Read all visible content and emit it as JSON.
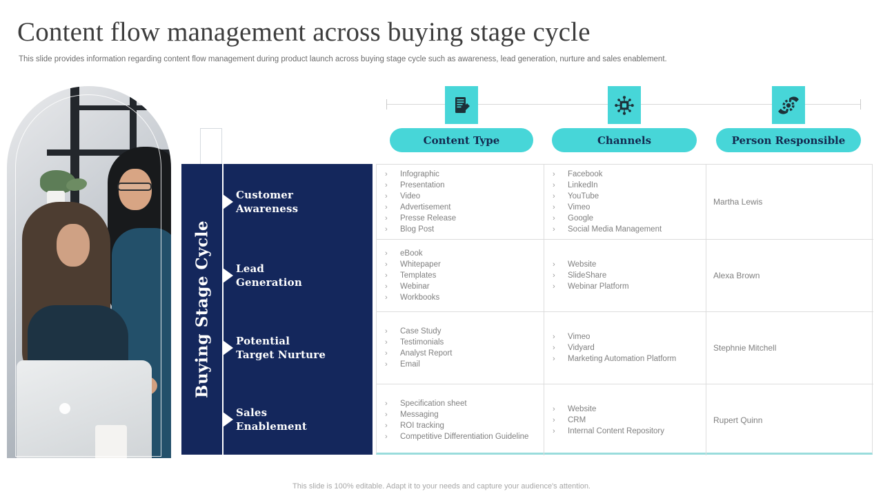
{
  "slide": {
    "title": "Content flow management across buying stage cycle",
    "subtitle": "This slide provides information regarding content flow management during product launch across buying stage cycle such as awareness, lead generation, nurture and sales enablement.",
    "footer": "This slide is 100% editable.  Adapt it to your needs and capture your audience's attention."
  },
  "colors": {
    "navy": "#14275c",
    "teal": "#47d6d8",
    "teal_accent": "#99dcdc",
    "body_text_gray": "#7f7f7f",
    "border_gray": "#dcdcdc"
  },
  "bullet": "›",
  "cycle": {
    "axis_label": "Buying Stage Cycle",
    "stages": [
      {
        "line1": "Customer",
        "line2": "Awareness"
      },
      {
        "line1": "Lead",
        "line2": "Generation"
      },
      {
        "line1": "Potential",
        "line2": "Target Nurture"
      },
      {
        "line1": "Sales",
        "line2": "Enablement"
      }
    ]
  },
  "columns": [
    {
      "header": "Content Type",
      "icon": "document-pencil-icon"
    },
    {
      "header": "Channels",
      "icon": "network-hub-icon"
    },
    {
      "header": "Person Responsible",
      "icon": "hands-gear-icon"
    }
  ],
  "table": {
    "rows": [
      {
        "content_type": {
          "items": [
            "Infographic",
            "Presentation",
            "Video",
            "Advertisement",
            "Presse Release",
            "Blog Post"
          ]
        },
        "channels": {
          "items": [
            "Facebook",
            "LinkedIn",
            "YouTube",
            "Vimeo",
            "Google",
            "Social Media Management"
          ]
        },
        "person": "Martha Lewis"
      },
      {
        "content_type": {
          "items": [
            "eBook",
            "Whitepaper",
            "Templates",
            "Webinar",
            "Workbooks"
          ]
        },
        "channels": {
          "items": [
            "Website",
            "SlideShare",
            "Webinar Platform"
          ]
        },
        "person": "Alexa Brown"
      },
      {
        "content_type": {
          "items": [
            "Case Study",
            "Testimonials",
            "Analyst Report",
            "Email"
          ]
        },
        "channels": {
          "items": [
            "Vimeo",
            "Vidyard",
            "Marketing Automation Platform"
          ]
        },
        "person": "Stephnie Mitchell"
      },
      {
        "content_type": {
          "items": [
            "Specification sheet",
            "Messaging",
            "ROI tracking",
            "Competitive Differentiation Guideline"
          ]
        },
        "channels": {
          "items": [
            "Website",
            "CRM",
            "Internal Content Repository"
          ]
        },
        "person": "Rupert Quinn"
      }
    ]
  }
}
